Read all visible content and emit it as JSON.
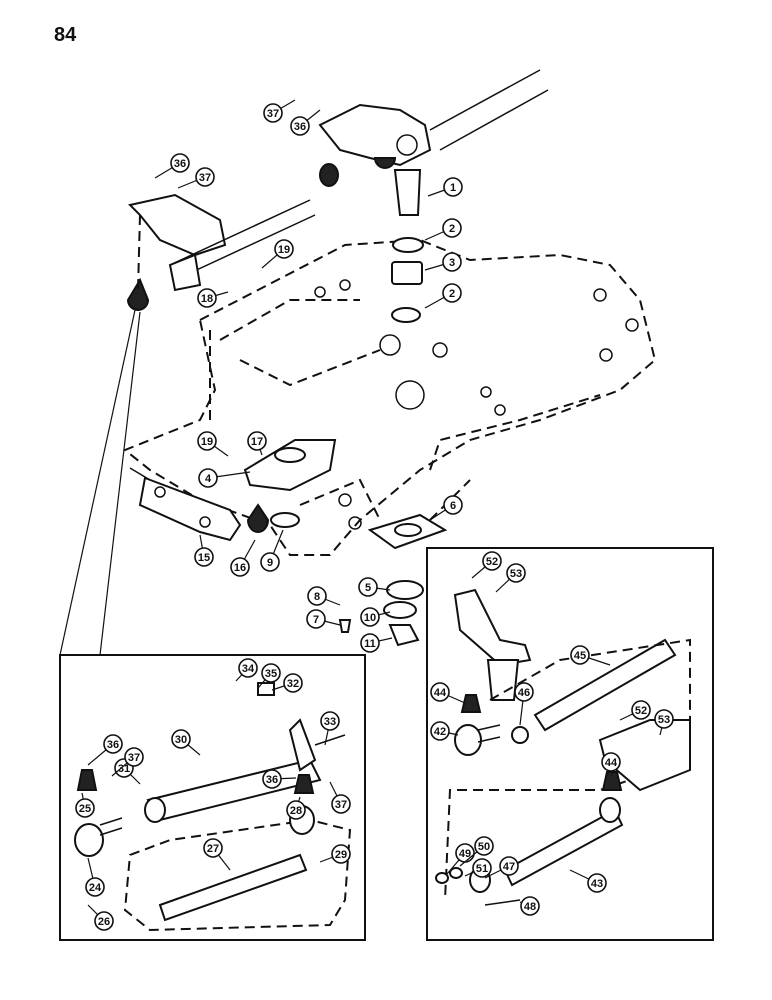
{
  "page_number": "84",
  "callouts": [
    {
      "id": "c1",
      "label": "1"
    },
    {
      "id": "c2a",
      "label": "2"
    },
    {
      "id": "c3",
      "label": "3"
    },
    {
      "id": "c2b",
      "label": "2"
    },
    {
      "id": "c4",
      "label": "4"
    },
    {
      "id": "c5",
      "label": "5"
    },
    {
      "id": "c6",
      "label": "6"
    },
    {
      "id": "c7",
      "label": "7"
    },
    {
      "id": "c8",
      "label": "8"
    },
    {
      "id": "c9",
      "label": "9"
    },
    {
      "id": "c10",
      "label": "10"
    },
    {
      "id": "c11",
      "label": "11"
    },
    {
      "id": "c15",
      "label": "15"
    },
    {
      "id": "c16",
      "label": "16"
    },
    {
      "id": "c17",
      "label": "17"
    },
    {
      "id": "c18",
      "label": "18"
    },
    {
      "id": "c19a",
      "label": "19"
    },
    {
      "id": "c19b",
      "label": "19"
    },
    {
      "id": "c36a",
      "label": "36"
    },
    {
      "id": "c37a",
      "label": "37"
    },
    {
      "id": "c36b",
      "label": "36"
    },
    {
      "id": "c37b",
      "label": "37"
    },
    {
      "id": "c24",
      "label": "24"
    },
    {
      "id": "c25",
      "label": "25"
    },
    {
      "id": "c26",
      "label": "26"
    },
    {
      "id": "c27",
      "label": "27"
    },
    {
      "id": "c28",
      "label": "28"
    },
    {
      "id": "c29",
      "label": "29"
    },
    {
      "id": "c30",
      "label": "30"
    },
    {
      "id": "c31",
      "label": "31"
    },
    {
      "id": "c32",
      "label": "32"
    },
    {
      "id": "c33",
      "label": "33"
    },
    {
      "id": "c34",
      "label": "34"
    },
    {
      "id": "c35",
      "label": "35"
    },
    {
      "id": "c36c",
      "label": "36"
    },
    {
      "id": "c37c",
      "label": "37"
    },
    {
      "id": "c36d",
      "label": "36"
    },
    {
      "id": "c37d",
      "label": "37"
    },
    {
      "id": "c42",
      "label": "42"
    },
    {
      "id": "c43",
      "label": "43"
    },
    {
      "id": "c44a",
      "label": "44"
    },
    {
      "id": "c44b",
      "label": "44"
    },
    {
      "id": "c45",
      "label": "45"
    },
    {
      "id": "c46",
      "label": "46"
    },
    {
      "id": "c47",
      "label": "47"
    },
    {
      "id": "c48",
      "label": "48"
    },
    {
      "id": "c49",
      "label": "49"
    },
    {
      "id": "c50",
      "label": "50"
    },
    {
      "id": "c51",
      "label": "51"
    },
    {
      "id": "c52a",
      "label": "52"
    },
    {
      "id": "c53a",
      "label": "53"
    },
    {
      "id": "c52b",
      "label": "52"
    },
    {
      "id": "c53b",
      "label": "53"
    }
  ]
}
